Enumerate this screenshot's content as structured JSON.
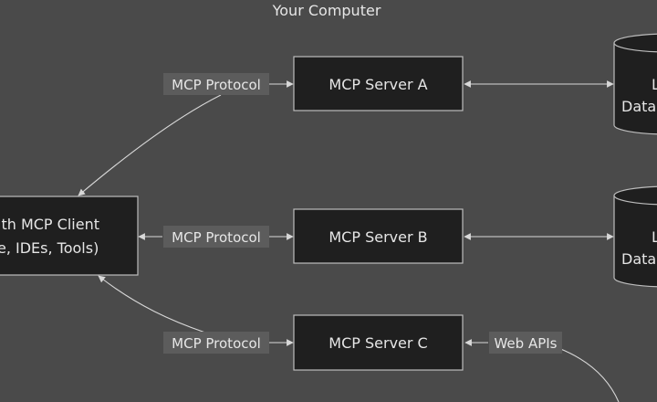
{
  "title": "Your Computer",
  "client": {
    "line1": "ith MCP Client",
    "line2": "e, IDEs, Tools)"
  },
  "servers": [
    {
      "label": "MCP Server A"
    },
    {
      "label": "MCP Server B"
    },
    {
      "label": "MCP Server C"
    }
  ],
  "edge_labels": {
    "protocol_a": "MCP Protocol",
    "protocol_b": "MCP Protocol",
    "protocol_c": "MCP Protocol",
    "web_apis": "Web APIs"
  },
  "datasources": [
    {
      "line1": "L",
      "line2": "Data"
    },
    {
      "line1": "L",
      "line2": "Data"
    }
  ],
  "colors": {
    "background": "#4a4a4a",
    "node_fill": "#1f1f1f",
    "node_stroke": "#bdbdbd",
    "edge": "#d8d8d8",
    "label_bg": "#5c5c5c",
    "text": "#e6e6e6"
  }
}
